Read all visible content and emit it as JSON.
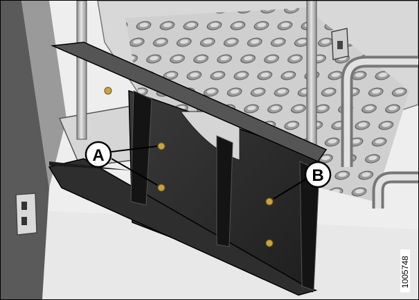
{
  "figure": {
    "callouts": [
      {
        "id": "a",
        "label": "A"
      },
      {
        "id": "b",
        "label": "B"
      }
    ],
    "figure_number": "1005748"
  },
  "colors": {
    "background": "#f2f2f2",
    "shield": "#2b2b2b",
    "strap": "#161616",
    "rail": "#b9b9b9",
    "bolt": "#c8a341"
  }
}
